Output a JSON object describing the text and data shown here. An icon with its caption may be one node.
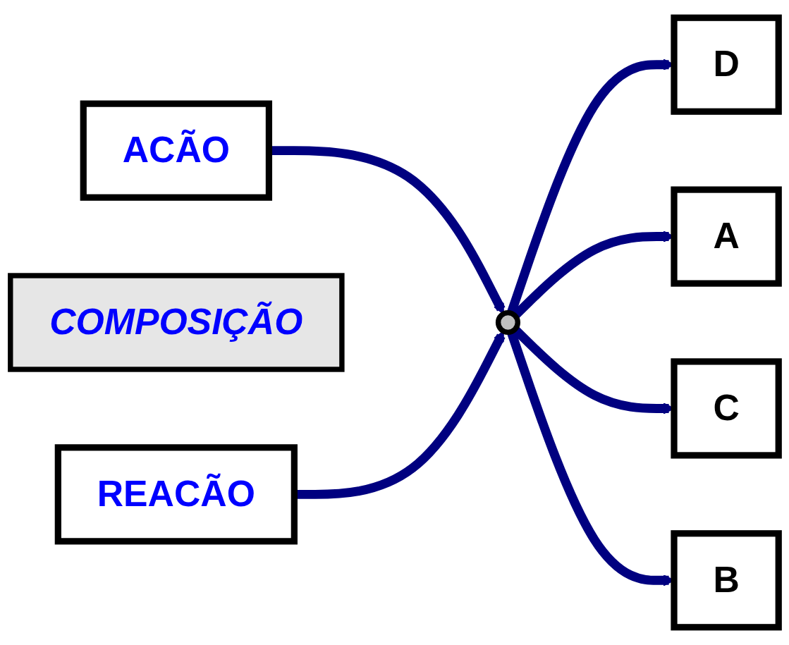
{
  "diagram": {
    "nodes": [
      {
        "text": [
          "D"
        ]
      },
      {
        "text": [
          "A"
        ]
      },
      {
        "text": [
          "ACÃO"
        ]
      },
      {
        "text": [
          "COMPOSIÇÃO"
        ]
      },
      {
        "text": [],
        "shape": "circle"
      },
      {
        "text": [
          "REACÃO"
        ]
      },
      {
        "text": [
          "C"
        ]
      },
      {
        "text": [
          "B"
        ]
      }
    ],
    "edges": [
      {
        "from": 4,
        "to": 0,
        "arrow": "to"
      },
      {
        "from": 4,
        "to": 1,
        "arrow": "to"
      },
      {
        "from": 2,
        "to": 4,
        "arrow": "to"
      },
      {
        "from": 5,
        "to": 4,
        "arrow": "to"
      },
      {
        "from": 4,
        "to": 6,
        "arrow": "to"
      },
      {
        "from": 4,
        "to": 7,
        "arrow": "to"
      }
    ]
  }
}
